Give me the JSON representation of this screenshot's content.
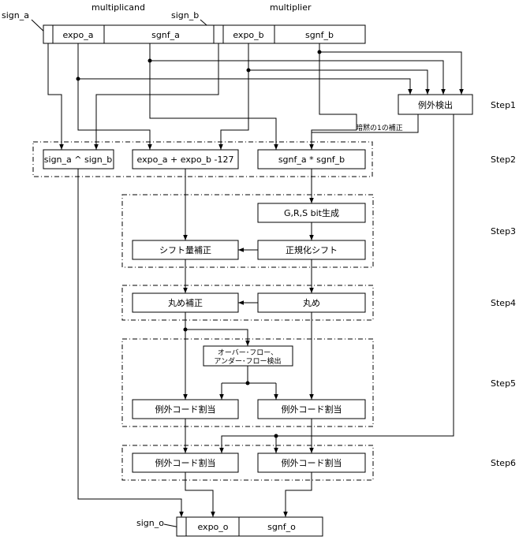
{
  "top_labels": {
    "multiplicand": "multiplicand",
    "multiplier": "multiplier",
    "sign_a": "sign_a",
    "sign_b": "sign_b",
    "sign_o": "sign_o"
  },
  "registers": {
    "a_expo": "expo_a",
    "a_sgnf": "sgnf_a",
    "b_expo": "expo_b",
    "b_sgnf": "sgnf_b",
    "o_expo": "expo_o",
    "o_sgnf": "sgnf_o"
  },
  "blocks": {
    "exception_detect": "例外検出",
    "implicit_one": "暗黙の1の補正",
    "sign_xor": "sign_a ^ sign_b",
    "expo_add": "expo_a + expo_b -127",
    "sgnf_mul": "sgnf_a * sgnf_b",
    "grs_gen": "G,R,S bit生成",
    "shift_adjust": "シフト量補正",
    "normalize": "正規化シフト",
    "round_adjust": "丸め補正",
    "round": "丸め",
    "ovf_line1": "オーバー･フロー、",
    "ovf_line2": "アンダー･フロー検出",
    "code_assign_5l": "例外コード割当",
    "code_assign_5r": "例外コード割当",
    "code_assign_6l": "例外コード割当",
    "code_assign_6r": "例外コード割当"
  },
  "steps": [
    "Step1",
    "Step2",
    "Step3",
    "Step4",
    "Step5",
    "Step6"
  ]
}
